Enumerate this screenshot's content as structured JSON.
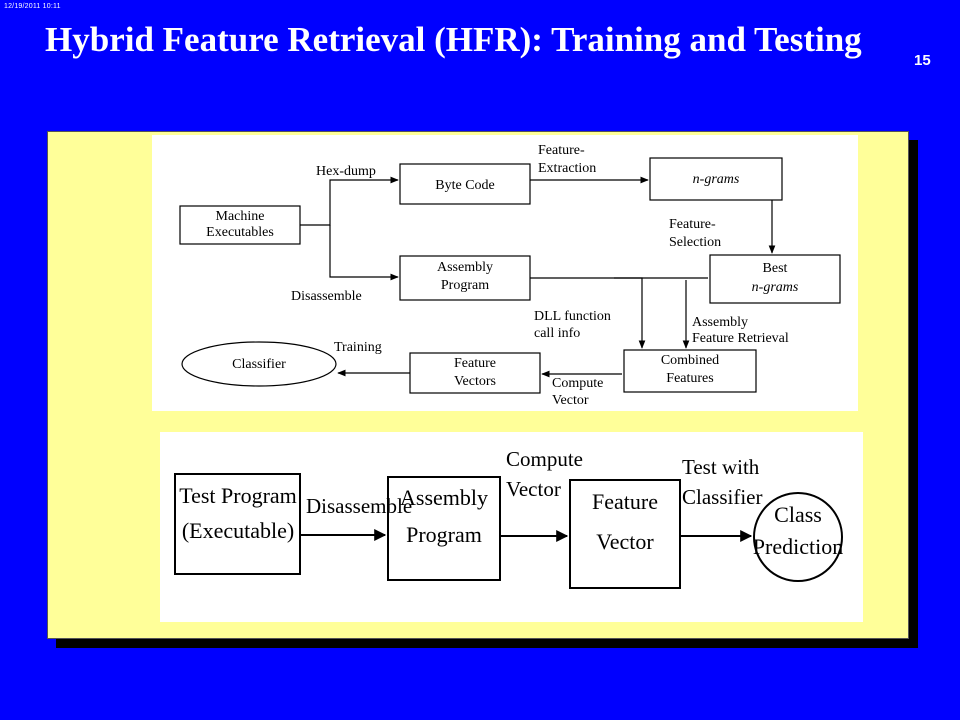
{
  "slide": {
    "timestamp": "12/19/2011   10:11",
    "title": "Hybrid Feature Retrieval (HFR): Training and Testing",
    "page_number": "15"
  },
  "training_diagram": {
    "nodes": {
      "machine_executables": [
        "Machine",
        "Executables"
      ],
      "byte_code": "Byte Code",
      "ngrams": "n-grams",
      "assembly_program": [
        "Assembly",
        "Program"
      ],
      "best_ngrams": [
        "Best",
        "n-grams"
      ],
      "combined_features": [
        "Combined",
        "Features"
      ],
      "feature_vectors": [
        "Feature",
        "Vectors"
      ],
      "classifier": "Classifier"
    },
    "edge_labels": {
      "hex_dump": "Hex-dump",
      "disassemble": "Disassemble",
      "feature_extraction": [
        "Feature-",
        "Extraction"
      ],
      "feature_selection": [
        "Feature-",
        "Selection"
      ],
      "dll_function": [
        "DLL function",
        "call info"
      ],
      "assembly_feature_retrieval": [
        "Assembly",
        "Feature Retrieval"
      ],
      "compute_vector": [
        "Compute",
        "Vector"
      ],
      "training": "Training"
    }
  },
  "testing_diagram": {
    "nodes": {
      "test_program": [
        "Test Program",
        "(Executable)"
      ],
      "assembly_program": [
        "Assembly",
        "Program"
      ],
      "feature_vector": [
        "Feature",
        "Vector"
      ],
      "class_prediction": [
        "Class",
        "Prediction"
      ]
    },
    "edge_labels": {
      "disassemble": "Disassemble",
      "compute_vector": [
        "Compute",
        "Vector"
      ],
      "test_with_classifier": [
        "Test with",
        "Classifier"
      ]
    }
  }
}
